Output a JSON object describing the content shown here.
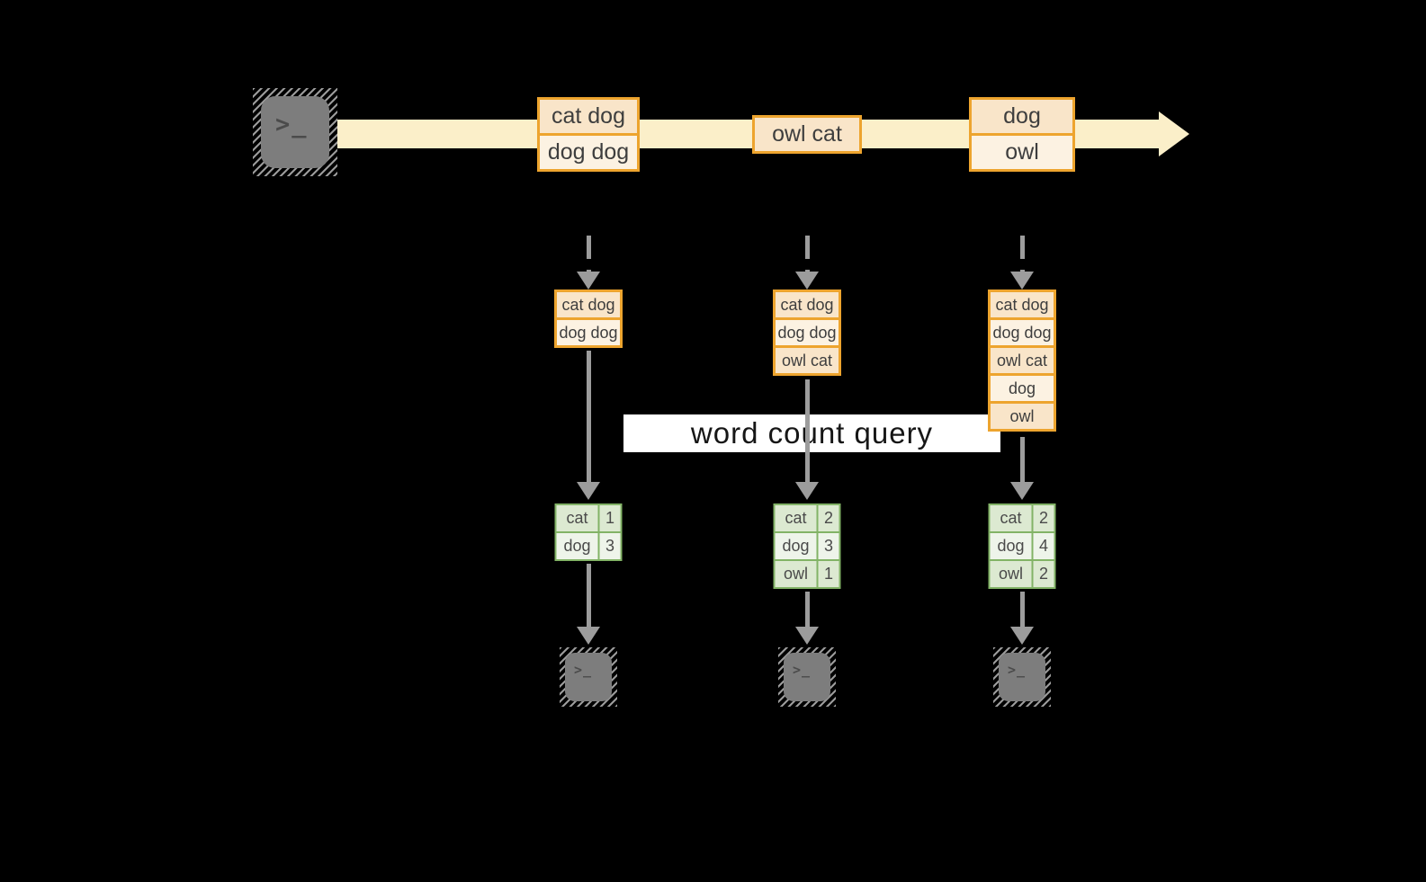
{
  "banner": {
    "label": "word count query"
  },
  "stream": {
    "batches": [
      {
        "items": [
          "cat dog",
          "dog dog"
        ]
      },
      {
        "items": [
          "owl cat"
        ]
      },
      {
        "items": [
          "dog",
          "owl"
        ]
      }
    ]
  },
  "columns": [
    {
      "buffer": [
        "cat dog",
        "dog dog"
      ],
      "counts": [
        {
          "word": "cat",
          "count": "1"
        },
        {
          "word": "dog",
          "count": "3"
        }
      ]
    },
    {
      "buffer": [
        "cat dog",
        "dog dog",
        "owl cat"
      ],
      "counts": [
        {
          "word": "cat",
          "count": "2"
        },
        {
          "word": "dog",
          "count": "3"
        },
        {
          "word": "owl",
          "count": "1"
        }
      ]
    },
    {
      "buffer": [
        "cat dog",
        "dog dog",
        "owl cat",
        "dog",
        "owl"
      ],
      "counts": [
        {
          "word": "cat",
          "count": "2"
        },
        {
          "word": "dog",
          "count": "4"
        },
        {
          "word": "owl",
          "count": "2"
        }
      ]
    }
  ],
  "icons": {
    "terminal_prompt": ">_"
  },
  "colors": {
    "stream_band": "#FBEFC9",
    "box_border_orange": "#EDA42E",
    "box_fill_peach": "#F9E5C9",
    "box_fill_light": "#FCF2E2",
    "table_border_green": "#82B366",
    "table_row_dark": "#DCE9D1",
    "table_row_light": "#EEF4EA",
    "arrow_gray": "#9C9C9C",
    "terminal_gray": "#7D7D7D",
    "banner_bg": "#FFFFFF"
  }
}
